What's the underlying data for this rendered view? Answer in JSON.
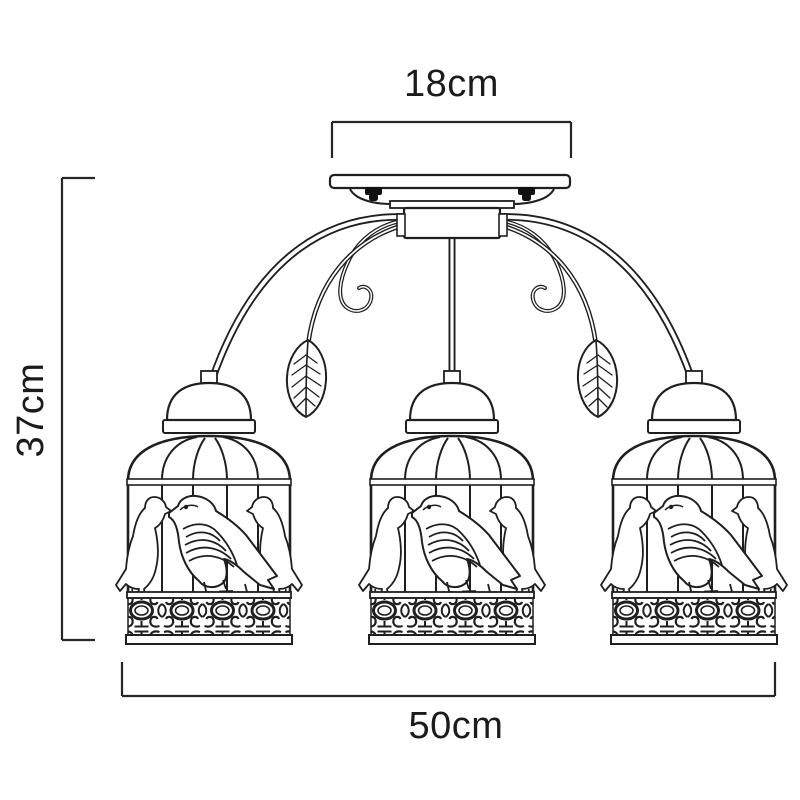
{
  "page": {
    "background": "#ffffff"
  },
  "drawing": {
    "line_color": "#1f1f1f",
    "text_color": "#1b1b1b",
    "dimensions": {
      "top": "18cm",
      "left": "37cm",
      "bottom": "50cm"
    }
  }
}
